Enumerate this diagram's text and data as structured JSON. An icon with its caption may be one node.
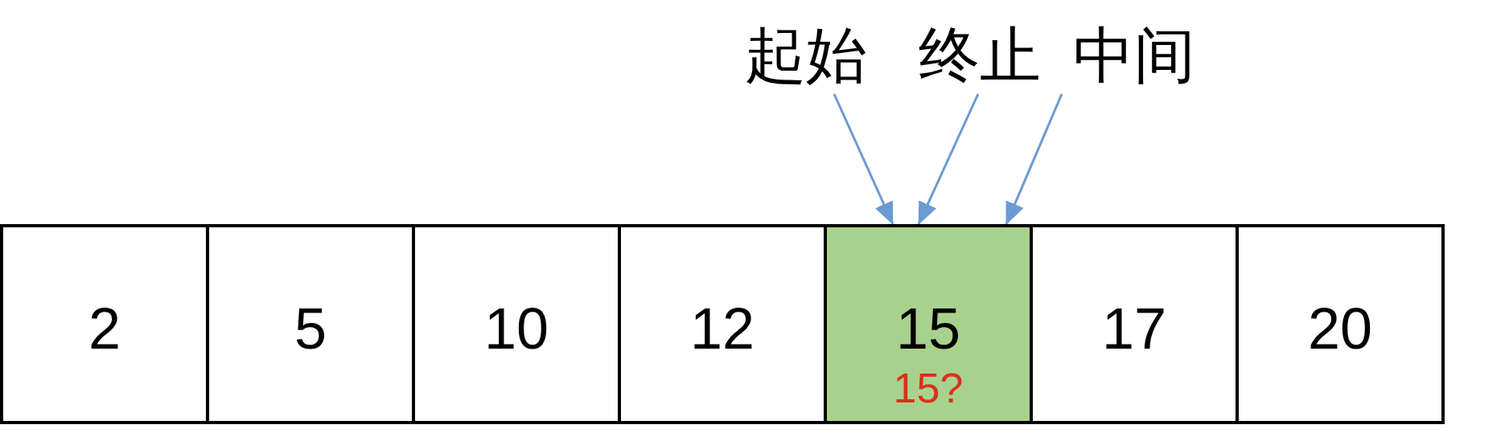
{
  "diagram": {
    "nodes": [
      {
        "text": [
          "起始"
        ]
      },
      {
        "text": [
          "终止"
        ]
      },
      {
        "text": [
          "中间"
        ]
      },
      {
        "text": [
          "2"
        ]
      },
      {
        "text": [
          "5"
        ]
      },
      {
        "text": [
          "10"
        ]
      },
      {
        "text": [
          "12"
        ]
      },
      {
        "text": [
          "15",
          "15?"
        ]
      },
      {
        "text": [
          "17"
        ]
      },
      {
        "text": [
          "20"
        ]
      }
    ],
    "edges": [
      {
        "from": 0,
        "to": 7,
        "arrow": "to"
      },
      {
        "from": 1,
        "to": 7,
        "arrow": "to"
      },
      {
        "from": 2,
        "to": 7,
        "arrow": "to"
      }
    ]
  }
}
